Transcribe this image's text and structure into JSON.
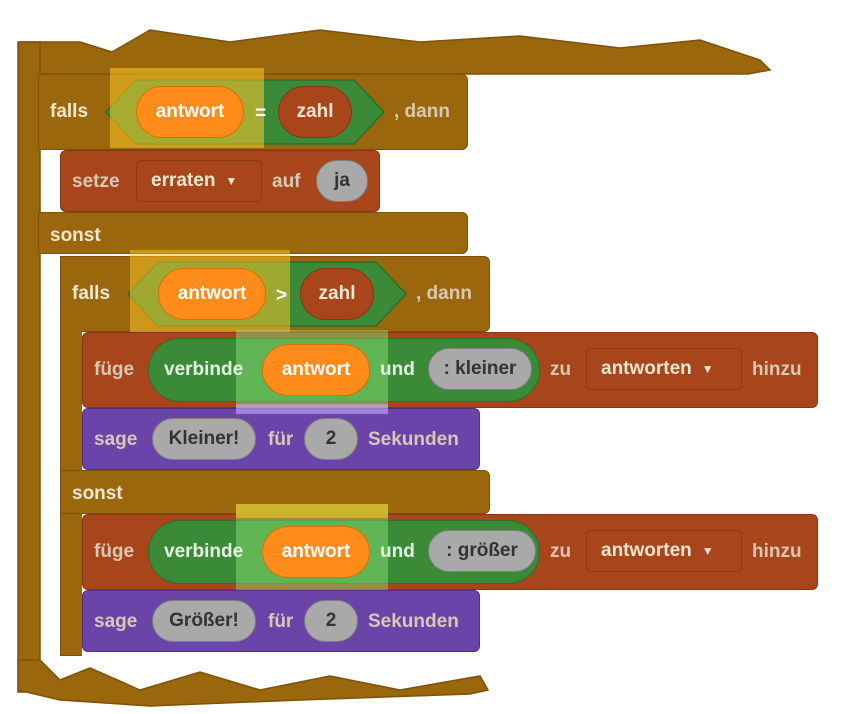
{
  "labels": {
    "falls": "falls",
    "dann": ", dann",
    "sonst": "sonst",
    "setze": "setze",
    "auf": "auf",
    "fuege": "füge",
    "verbinde": "verbinde",
    "und": "und",
    "zu": "zu",
    "hinzu": "hinzu",
    "sage": "sage",
    "fuer": "für",
    "sekunden": "Sekunden",
    "eq": "=",
    "gt": ">"
  },
  "vars": {
    "antwort": "antwort",
    "zahl": "zahl",
    "erraten": "erraten",
    "antworten": "antworten"
  },
  "values": {
    "ja": "ja",
    "kleiner_text": ": kleiner",
    "groesser_text": ": größer",
    "kleiner_say": "Kleiner!",
    "groesser_say": "Größer!",
    "secs1": "2",
    "secs2": "2"
  },
  "icons": {
    "dropdown": "▼"
  },
  "colors": {
    "control": "#9b670d",
    "variables": "#a8451a",
    "looks": "#6a44a8",
    "operators": "#3b8a38",
    "reporter": "#ff8c1a",
    "highlight_yellow": "#ffd24d",
    "highlight_green": "#57c35a"
  }
}
